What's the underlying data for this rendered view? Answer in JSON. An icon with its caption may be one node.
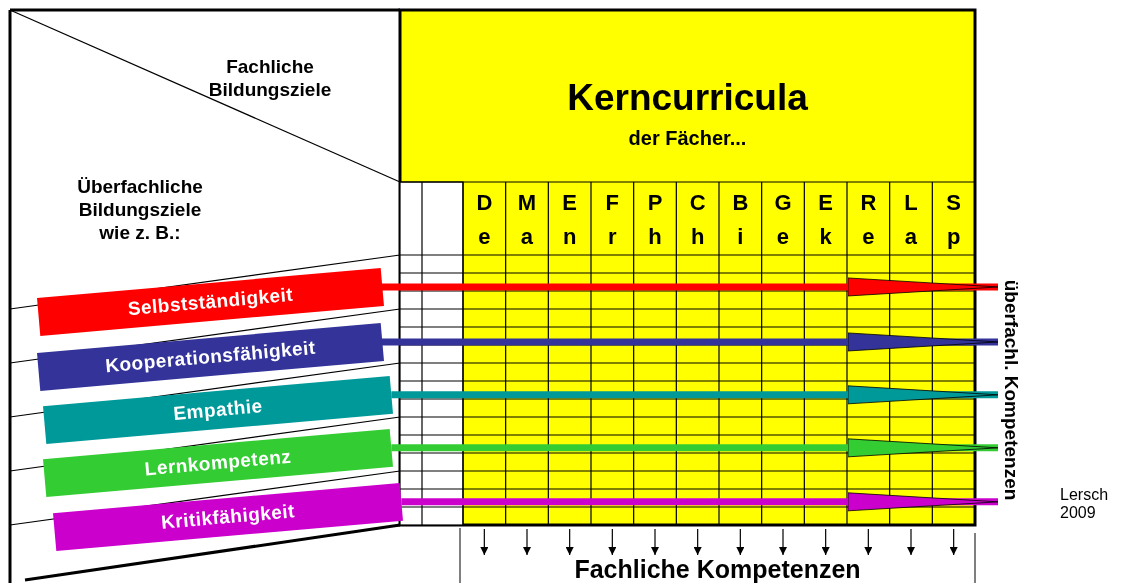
{
  "diagram": {
    "nodes": [
      {
        "text": [
          "Selbstständigkeit"
        ]
      },
      {
        "text": [
          "Kooperationsfähigkeit"
        ]
      },
      {
        "text": [
          "Empathie"
        ]
      },
      {
        "text": [
          "Lernkompetenz"
        ]
      },
      {
        "text": [
          "Kritikfähigkeit"
        ]
      },
      {
        "text": [
          "überfachl. Kompetenzen"
        ]
      }
    ],
    "edges": [
      {
        "from": 0,
        "to": 5,
        "arrow": "to",
        "color": "#ff0000"
      },
      {
        "from": 1,
        "to": 5,
        "arrow": "to",
        "color": "#333399"
      },
      {
        "from": 2,
        "to": 5,
        "arrow": "to",
        "color": "#009999"
      },
      {
        "from": 3,
        "to": 5,
        "arrow": "to",
        "color": "#33cc33"
      },
      {
        "from": 4,
        "to": 5,
        "arrow": "to",
        "color": "#cc00cc"
      }
    ],
    "labels": [
      "Fachliche Bildungsziele",
      "Kerncurricula",
      "der Fächer...",
      "Überfachliche Bildungsziele wie z. B.:",
      "D",
      "M",
      "E",
      "F",
      "P",
      "C",
      "B",
      "G",
      "E",
      "R",
      "L",
      "S",
      "e",
      "a",
      "n",
      "r",
      "h",
      "h",
      "i",
      "e",
      "k",
      "e",
      "a",
      "p",
      "Lersch 2009",
      "Fachliche Kompetenzen"
    ]
  }
}
